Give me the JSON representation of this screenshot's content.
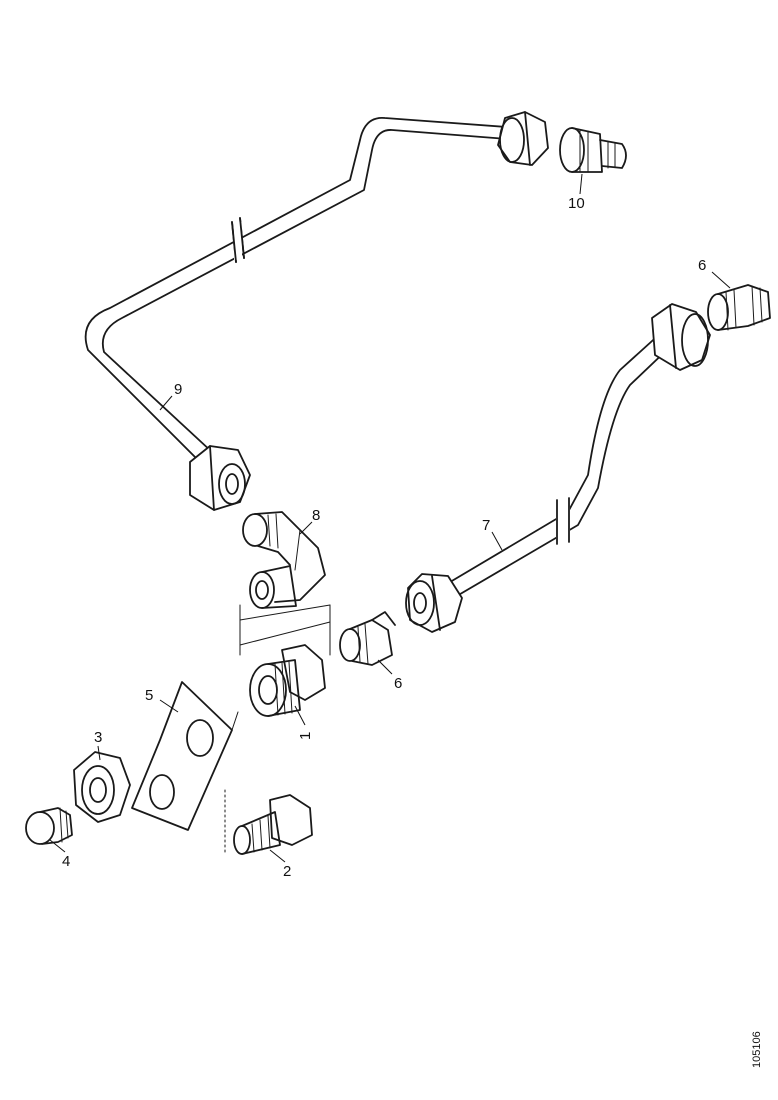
{
  "callouts": {
    "c1": "1",
    "c2": "2",
    "c3": "3",
    "c4": "4",
    "c5": "5",
    "c6a": "6",
    "c6b": "6",
    "c7": "7",
    "c8": "8",
    "c9": "9",
    "c10": "10"
  },
  "reference_code": "105106"
}
